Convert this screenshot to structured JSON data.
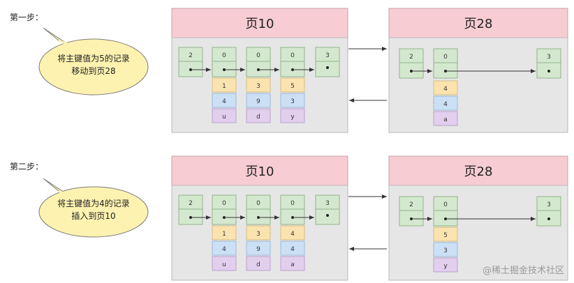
{
  "colors": {
    "page_header": "#f7ccd3",
    "page_header_border": "#c9a0a7",
    "page_body": "#e6e6e6",
    "page_border": "#b8b8b8",
    "record_green": "#d4e8cf",
    "record_green_border": "#90b48a",
    "val_orange": "#fbe3b0",
    "val_blue": "#cbe0f5",
    "val_purple": "#e2cfee",
    "bubble": "#fdf2b0",
    "bubble_border": "#7a7a7a",
    "arrow": "#333333"
  },
  "steps": [
    {
      "label": "第一步：",
      "note_lines": [
        "将主键值为5的记录",
        "移动到页28"
      ],
      "pages": [
        {
          "title": "页10",
          "records": [
            {
              "top": "2",
              "values": []
            },
            {
              "top": "0",
              "values": [
                "1",
                "4",
                "u"
              ]
            },
            {
              "top": "0",
              "values": [
                "3",
                "9",
                "d"
              ]
            },
            {
              "top": "0",
              "values": [
                "5",
                "3",
                "y"
              ]
            },
            {
              "top": "3",
              "values": []
            }
          ]
        },
        {
          "title": "页28",
          "records": [
            {
              "top": "2",
              "values": []
            },
            {
              "top": "0",
              "values": [
                "4",
                "4",
                "a"
              ]
            },
            {
              "top": "3",
              "values": []
            }
          ]
        }
      ]
    },
    {
      "label": "第二步：",
      "note_lines": [
        "将主键值为4的记录",
        "插入到页10"
      ],
      "pages": [
        {
          "title": "页10",
          "records": [
            {
              "top": "2",
              "values": []
            },
            {
              "top": "0",
              "values": [
                "1",
                "4",
                "u"
              ]
            },
            {
              "top": "0",
              "values": [
                "3",
                "9",
                "d"
              ]
            },
            {
              "top": "0",
              "values": [
                "4",
                "4",
                "a"
              ]
            },
            {
              "top": "3",
              "values": []
            }
          ]
        },
        {
          "title": "页28",
          "records": [
            {
              "top": "2",
              "values": []
            },
            {
              "top": "0",
              "values": [
                "5",
                "3",
                "y"
              ]
            },
            {
              "top": "3",
              "values": []
            }
          ]
        }
      ]
    }
  ],
  "watermark": "@稀土掘金技术社区"
}
